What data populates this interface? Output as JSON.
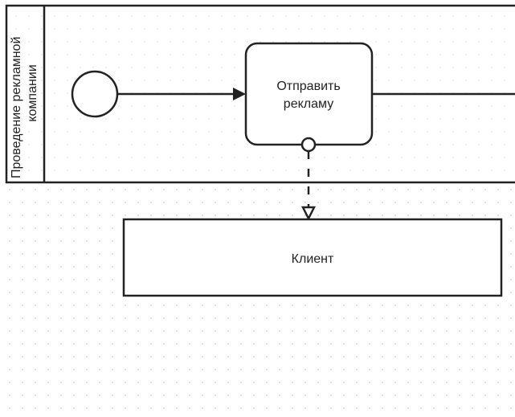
{
  "pool": {
    "label_line1": "Проведение рекламной",
    "label_line2": "компании"
  },
  "task": {
    "line1": "Отправить",
    "line2": "рекламу"
  },
  "participant": {
    "label": "Клиент"
  },
  "colors": {
    "stroke": "#222222",
    "grid": "#d4d4d4"
  }
}
